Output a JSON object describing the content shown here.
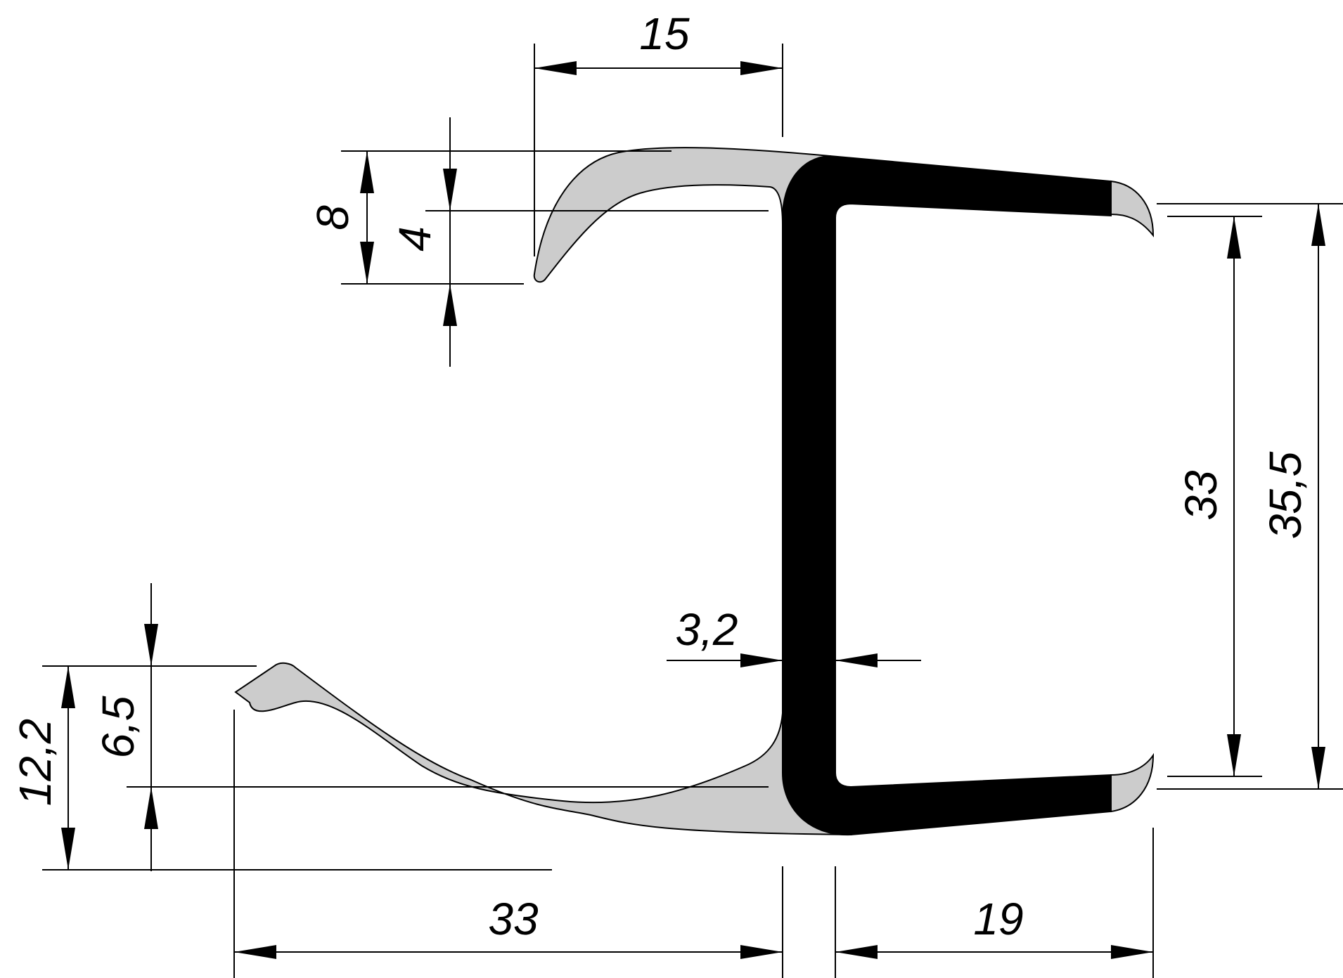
{
  "drawing": {
    "colors": {
      "background": "#ffffff",
      "rigid_profile": "#000000",
      "soft_seal": "#cccccc",
      "line": "#000000"
    },
    "dimensions": {
      "top_lip_width": "15",
      "top_lip_height": "8",
      "top_lip_gap": "4",
      "wall_thickness": "3,2",
      "inner_opening": "33",
      "outer_height": "35,5",
      "bottom_lip_height": "12,2",
      "bottom_lip_gap": "6,5",
      "bottom_lip_width": "33",
      "channel_depth": "19"
    }
  }
}
